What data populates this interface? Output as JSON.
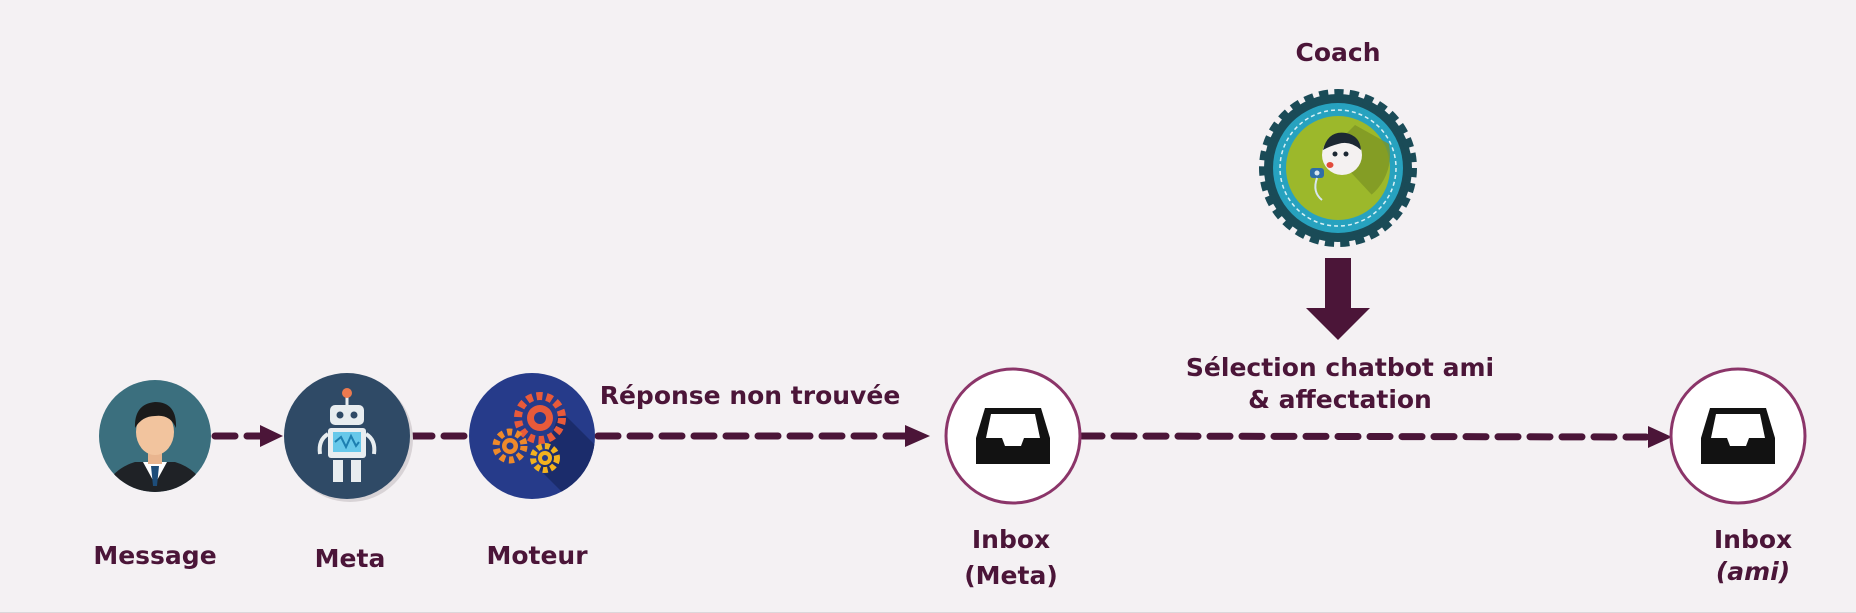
{
  "colors": {
    "background": "#f4f1f3",
    "arrow": "#4b1538",
    "inbox_ring": "#8b3569",
    "label_text": "#4b1538"
  },
  "nodes": {
    "message": {
      "label": "Message",
      "icon": "businessman-avatar-icon"
    },
    "meta": {
      "label": "Meta",
      "icon": "robot-icon"
    },
    "moteur": {
      "label": "Moteur",
      "icon": "gears-icon"
    },
    "inbox_meta": {
      "label_line1": "Inbox",
      "label_line2": "(Meta)",
      "icon": "inbox-tray-icon"
    },
    "inbox_ami": {
      "label_line1": "Inbox",
      "label_line2": "(ami)",
      "icon": "inbox-tray-icon"
    },
    "coach": {
      "label": "Coach",
      "icon": "coach-whistle-badge-icon"
    }
  },
  "edges": {
    "not_found_label": "Réponse non trouvée",
    "selection_label_line1": "Sélection chatbot ami",
    "selection_label_line2": "& affectation"
  }
}
